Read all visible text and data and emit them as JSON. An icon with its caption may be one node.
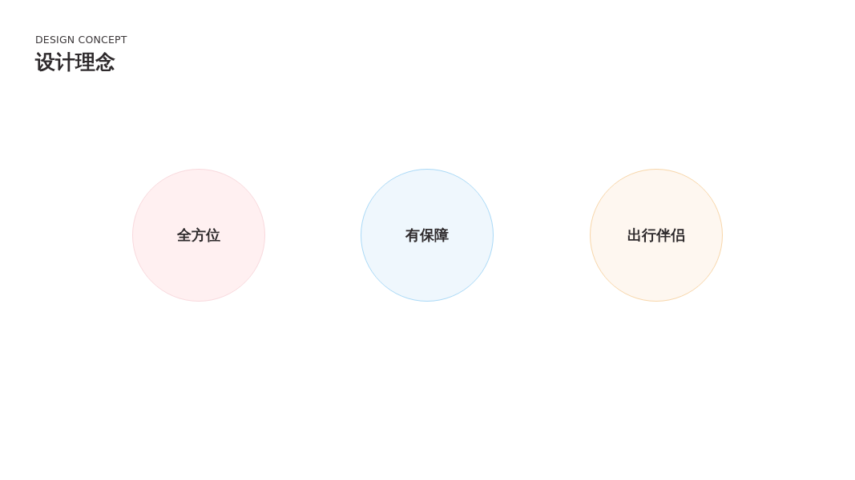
{
  "diagram": {
    "title": "设计理念",
    "nodes": [
      {
        "text": [
          "全方位"
        ]
      },
      {
        "text": [
          "有保障"
        ]
      },
      {
        "text": [
          "出行伴侣"
        ]
      }
    ],
    "labels": [
      "DESIGN CONCEPT"
    ]
  }
}
